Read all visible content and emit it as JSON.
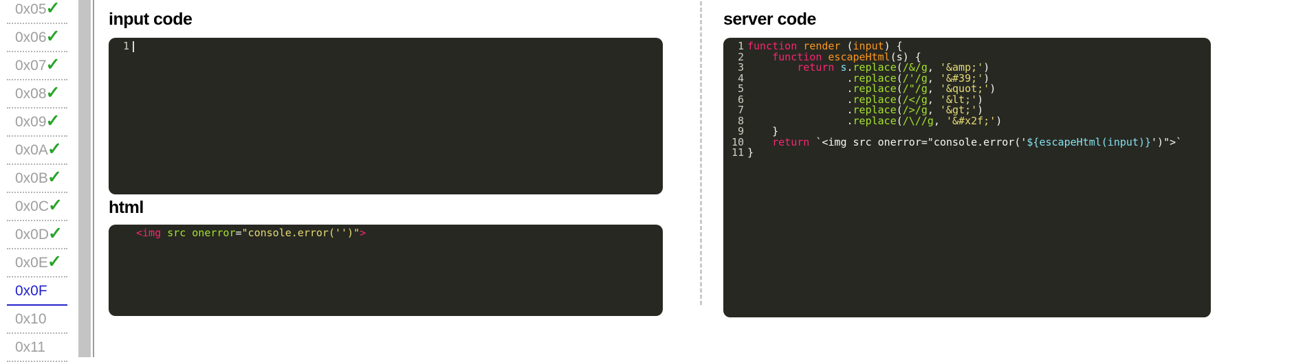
{
  "sidebar": {
    "checkmark": "✓",
    "levels": [
      {
        "label": "0x05",
        "done": true
      },
      {
        "label": "0x06",
        "done": true
      },
      {
        "label": "0x07",
        "done": true
      },
      {
        "label": "0x08",
        "done": true
      },
      {
        "label": "0x09",
        "done": true
      },
      {
        "label": "0x0A",
        "done": true
      },
      {
        "label": "0x0B",
        "done": true
      },
      {
        "label": "0x0C",
        "done": true
      },
      {
        "label": "0x0D",
        "done": true
      },
      {
        "label": "0x0E",
        "done": true
      },
      {
        "label": "0x0F",
        "done": false,
        "selected": true
      },
      {
        "label": "0x10",
        "done": false
      },
      {
        "label": "0x11",
        "done": false
      }
    ]
  },
  "panels": {
    "input": {
      "title": "input code",
      "lines": [
        {
          "number": "1",
          "cursor": true,
          "tokens": []
        }
      ]
    },
    "html": {
      "title": "html",
      "lines": [
        {
          "tokens": [
            [
              "k",
              "<img"
            ],
            [
              "p",
              " "
            ],
            [
              "g",
              "src"
            ],
            [
              "p",
              " "
            ],
            [
              "g",
              "onerror"
            ],
            [
              "p",
              "="
            ],
            [
              "s",
              "\"console.error('')\""
            ],
            [
              "k",
              ">"
            ]
          ]
        }
      ]
    },
    "server": {
      "title": "server code",
      "lines": [
        {
          "number": "1",
          "tokens": [
            [
              "k",
              "function"
            ],
            [
              "p",
              " "
            ],
            [
              "d",
              "render"
            ],
            [
              "p",
              " ("
            ],
            [
              "d",
              "input"
            ],
            [
              "p",
              ") {"
            ]
          ]
        },
        {
          "number": "2",
          "tokens": [
            [
              "p",
              "    "
            ],
            [
              "k",
              "function"
            ],
            [
              "p",
              " "
            ],
            [
              "d",
              "escapeHtml"
            ],
            [
              "p",
              "(s) {"
            ]
          ]
        },
        {
          "number": "3",
          "tokens": [
            [
              "p",
              "        "
            ],
            [
              "k",
              "return"
            ],
            [
              "p",
              " "
            ],
            [
              "v",
              "s"
            ],
            [
              "p",
              "."
            ],
            [
              "g",
              "replace"
            ],
            [
              "p",
              "("
            ],
            [
              "g",
              "/&/g"
            ],
            [
              "p",
              ", "
            ],
            [
              "s",
              "'&amp;'"
            ],
            [
              "p",
              ")"
            ]
          ]
        },
        {
          "number": "4",
          "tokens": [
            [
              "p",
              "                ."
            ],
            [
              "g",
              "replace"
            ],
            [
              "p",
              "("
            ],
            [
              "g",
              "/'/g"
            ],
            [
              "p",
              ", "
            ],
            [
              "s",
              "'&#39;'"
            ],
            [
              "p",
              ")"
            ]
          ]
        },
        {
          "number": "5",
          "tokens": [
            [
              "p",
              "                ."
            ],
            [
              "g",
              "replace"
            ],
            [
              "p",
              "("
            ],
            [
              "g",
              "/\"/g"
            ],
            [
              "p",
              ", "
            ],
            [
              "s",
              "'&quot;'"
            ],
            [
              "p",
              ")"
            ]
          ]
        },
        {
          "number": "6",
          "tokens": [
            [
              "p",
              "                ."
            ],
            [
              "g",
              "replace"
            ],
            [
              "p",
              "("
            ],
            [
              "g",
              "/</g"
            ],
            [
              "p",
              ", "
            ],
            [
              "s",
              "'&lt;'"
            ],
            [
              "p",
              ")"
            ]
          ]
        },
        {
          "number": "7",
          "tokens": [
            [
              "p",
              "                ."
            ],
            [
              "g",
              "replace"
            ],
            [
              "p",
              "("
            ],
            [
              "g",
              "/>/g"
            ],
            [
              "p",
              ", "
            ],
            [
              "s",
              "'&gt;'"
            ],
            [
              "p",
              ")"
            ]
          ]
        },
        {
          "number": "8",
          "tokens": [
            [
              "p",
              "                ."
            ],
            [
              "g",
              "replace"
            ],
            [
              "p",
              "("
            ],
            [
              "g",
              "/\\//g"
            ],
            [
              "p",
              ", "
            ],
            [
              "s",
              "'&#x2f;'"
            ],
            [
              "p",
              ")"
            ]
          ]
        },
        {
          "number": "9",
          "tokens": [
            [
              "p",
              "    }"
            ]
          ]
        },
        {
          "number": "10",
          "tokens": [
            [
              "p",
              "    "
            ],
            [
              "k",
              "return"
            ],
            [
              "p",
              " `<img src onerror=\"console.error('"
            ],
            [
              "v",
              "${escapeHtml(input)}"
            ],
            [
              "p",
              "')\">`"
            ]
          ]
        },
        {
          "number": "11",
          "tokens": [
            [
              "p",
              "}"
            ]
          ]
        }
      ]
    }
  },
  "colors": {
    "editor_bg": "#272822",
    "keyword_pink": "#f92672",
    "definition_orange": "#fd971f",
    "function_green": "#a6e22e",
    "string_yellow": "#e6db74",
    "variable_cyan": "#85e2ef",
    "plain_text": "#f8f8f2",
    "line_number": "#cfd0c2",
    "check_green": "#28a428",
    "selected_blue": "#2323cc",
    "label_gray": "#9e9e9e"
  }
}
